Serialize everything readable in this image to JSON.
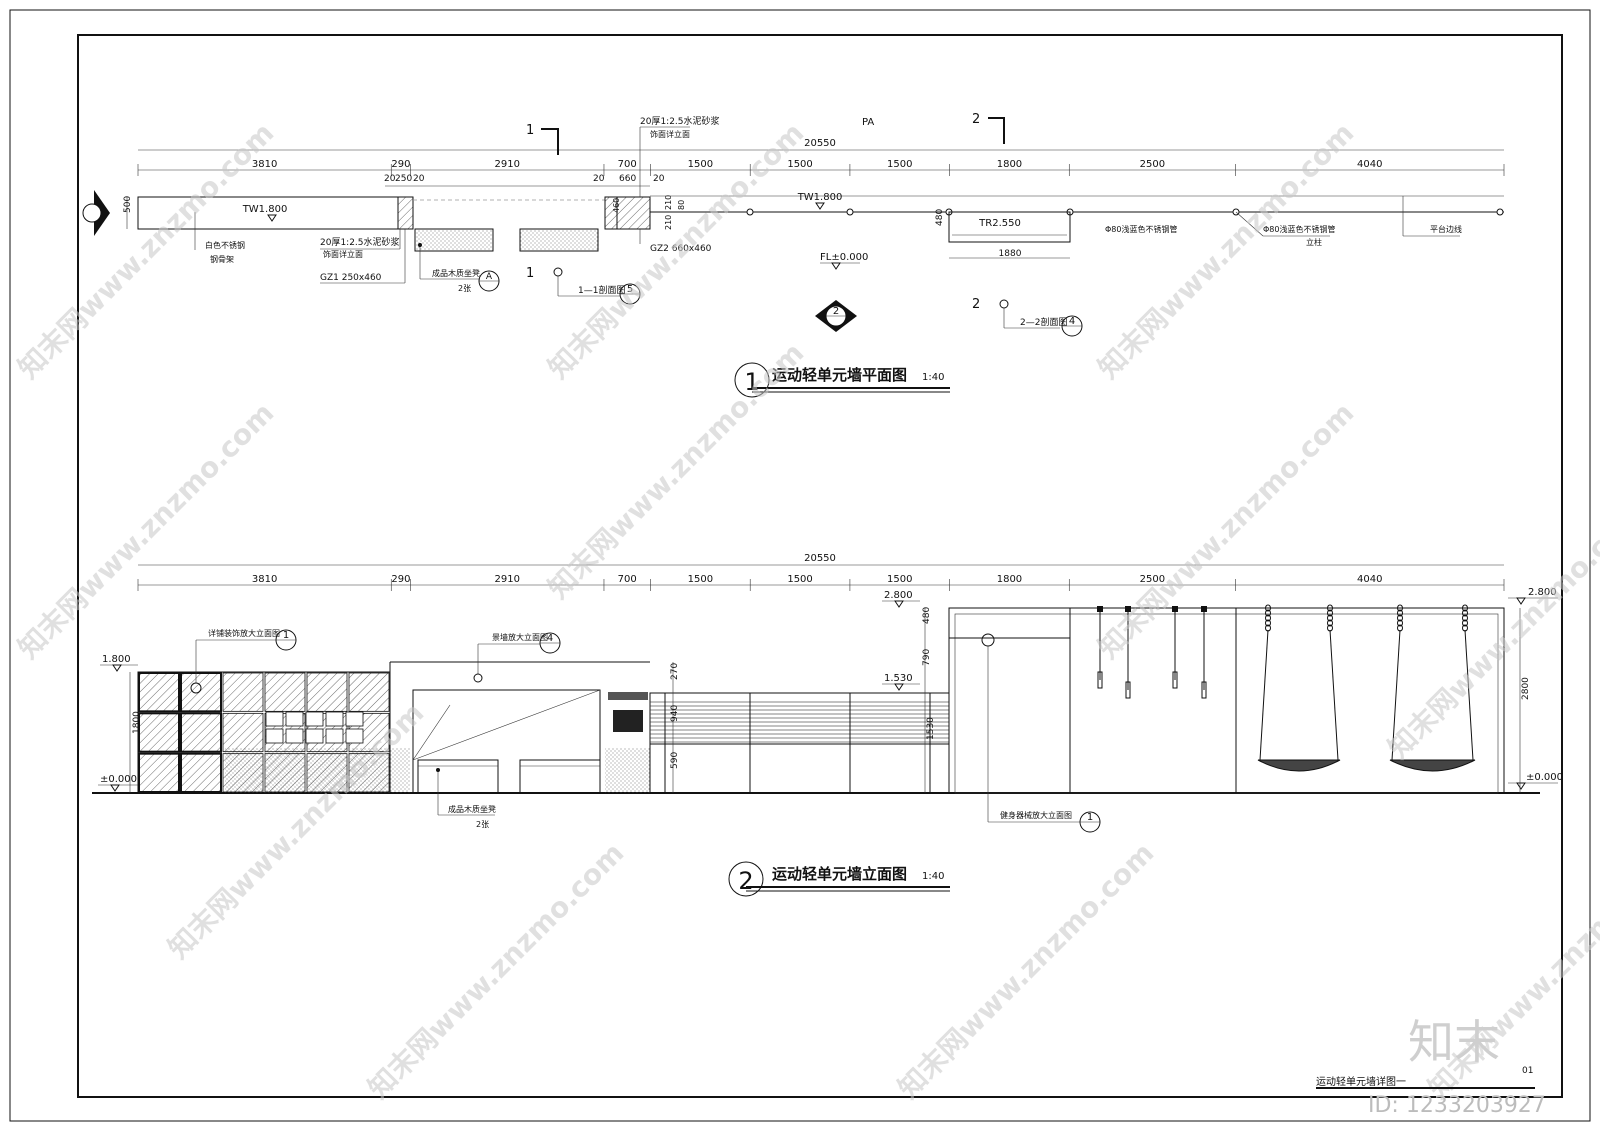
{
  "plan": {
    "pa_label": "PA",
    "total": "20550",
    "segments": [
      "3810",
      "290",
      "2910",
      "700",
      "1500",
      "1500",
      "1500",
      "1800",
      "2500",
      "4040"
    ],
    "sub_dims": [
      "20",
      "250",
      "20",
      "20",
      "660",
      "20"
    ],
    "height_500": "500",
    "tw1": "TW1.800",
    "tw2": "TW1.800",
    "tr": "TR2.550",
    "fl": "FL±0.000",
    "note_mortar_top": "20厚1:2.5水泥砂浆",
    "note_finish_top": "饰面详立面",
    "note_mortar_left": "20厚1:2.5水泥砂浆",
    "note_finish_left": "饰面详立面",
    "note_white_steel": "白色不锈钢",
    "note_steel_frame": "钢骨架",
    "gz1": "GZ1 250x460",
    "gz2": "GZ2 660x460",
    "dim_460": "460",
    "dim_210a": "210",
    "dim_210b": "210",
    "dim_80": "80",
    "dim_480": "480",
    "dim_1880": "1880",
    "note_bench": "成品木质坐凳",
    "note_bench_qty": "2张",
    "note_pipe1": "Φ80浅蓝色不锈钢管",
    "note_pipe2": "Φ80浅蓝色不锈钢管",
    "note_post": "立柱",
    "note_platform": "平台边线",
    "sec1_label": "1",
    "sec1b_label": "1",
    "sec1_ref": "1—1剖面图",
    "sec2_label": "2",
    "sec2b_label": "2",
    "sec2_ref": "2—2剖面图",
    "callout_a": "A",
    "callout_5": "5",
    "callout_4": "4",
    "callout_2": "2",
    "title_num": "1",
    "title": "运动轻单元墙平面图",
    "scale": "1:40"
  },
  "elevation": {
    "total": "20550",
    "segments": [
      "3810",
      "290",
      "2910",
      "700",
      "1500",
      "1500",
      "1500",
      "1800",
      "2500",
      "4040"
    ],
    "lv_1800": "1.800",
    "lv_0_left": "±0.000",
    "lv_2800_mid": "2.800",
    "lv_1530": "1.530",
    "lv_2800_right": "2.800",
    "lv_0_right": "±0.000",
    "dim_1800": "1800",
    "dim_480": "480",
    "dim_790": "790",
    "dim_1530": "1530",
    "dim_270": "270",
    "dim_940": "940",
    "dim_590": "590",
    "dim_2800": "2800",
    "note_mesh": "详铺装饰放大立面图",
    "note_wall": "景墙放大立面图",
    "note_bench": "成品木质坐凳",
    "note_bench_qty": "2张",
    "note_fitness": "健身器械放大立面图",
    "callout_1": "1",
    "callout_4": "4",
    "callout_1b": "1",
    "title_num": "2",
    "title": "运动轻单元墙立面图",
    "scale": "1:40"
  },
  "footer": {
    "sheet_title": "运动轻单元墙详图一",
    "sheet_no": "01",
    "brand": "知末",
    "id": "ID: 1233203927"
  },
  "watermark": "知末网www.znzmo.com"
}
